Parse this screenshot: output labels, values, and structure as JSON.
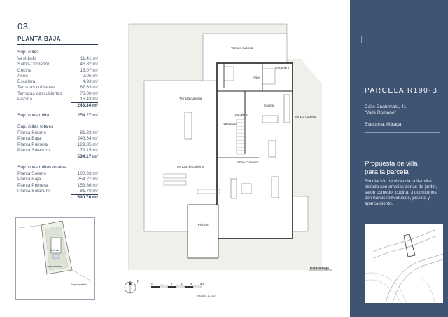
{
  "section": {
    "number": "03.",
    "title": "PLANTA BAJA"
  },
  "utiles": {
    "heading": "Sup. útiles",
    "rows": [
      {
        "k": "Vestíbulo",
        "v": "11.41 m²"
      },
      {
        "k": "Salón-Comedor",
        "v": "46.82 m²"
      },
      {
        "k": "Cocina",
        "v": "16.07 m²"
      },
      {
        "k": "Aseo",
        "v": "2.05 m²"
      },
      {
        "k": "Escalera",
        "v": "4.93 m²"
      },
      {
        "k": "Terrazas cubiertas",
        "v": "67.63 m²"
      },
      {
        "k": "Terrazas descubiertas",
        "v": "78.00 m²"
      },
      {
        "k": "Piscina",
        "v": "16.43 m²"
      }
    ],
    "total": "243.34 m²"
  },
  "construida": {
    "k": "Sup. construida",
    "v": "254.27 m²"
  },
  "utiles_totales": {
    "heading": "Sup. útiles totales",
    "rows": [
      {
        "k": "Planta Sótano",
        "v": "81.83 m²"
      },
      {
        "k": "Planta Baja",
        "v": "243.34 m²"
      },
      {
        "k": "Planta Primera",
        "v": "129.85 m²"
      },
      {
        "k": "Planta Solarium",
        "v": "79.15 m²"
      }
    ],
    "total": "534.17 m²"
  },
  "construidas_totales": {
    "heading": "Sup. construidas totales",
    "rows": [
      {
        "k": "Planta Sótano",
        "v": "100.93 m²"
      },
      {
        "k": "Planta Baja",
        "v": "254.27 m²"
      },
      {
        "k": "Planta Primera",
        "v": "153.86 m²"
      },
      {
        "k": "Planta Solarium",
        "v": "81.70 m²"
      }
    ],
    "total": "590.76 m²"
  },
  "minimap": {
    "label_a": "Vivienda",
    "label_b": "Aparcamiento",
    "label_c": "Emplazamiento"
  },
  "plan": {
    "rooms": {
      "terraza_cubierta_top": "Terraza cubierta",
      "tendedero": "Tendedero",
      "aseo": "Aseo",
      "terraza_cubierta_left": "Terraza cubierta",
      "cocina": "Cocina",
      "terraza_cubierta_right": "Terraza cubierta",
      "escalera": "Escalera",
      "vestibulo": "Vestíbulo",
      "salon": "Salón-Comedor",
      "terraza_descubierta": "Terraza descubierta",
      "piscina": "Piscina"
    },
    "floor_label": "Planta Baja",
    "north": "N",
    "scale_ticks": [
      "0",
      "1",
      "2",
      "3",
      "4",
      "5m"
    ],
    "scale_label": "escala 1:100"
  },
  "panel": {
    "title": "PARCELA R190-B",
    "address_line1": "Calle Guatemala, 41.",
    "address_line2": "“Valle Romano”",
    "city": "Estepona. Málaga",
    "proposal_line1": "Propuesta de villa",
    "proposal_line2": "para la parcela",
    "description": "Simulación de vivienda unifamiliar aislada con amplias zonas de jardín, salón comedor cocina, 3 dormitorios con baños individuales, piscina y aparcamiento."
  },
  "colors": {
    "panel_bg": "#3f5472",
    "accent": "#2f3e55",
    "garden": "#eef0ea"
  }
}
